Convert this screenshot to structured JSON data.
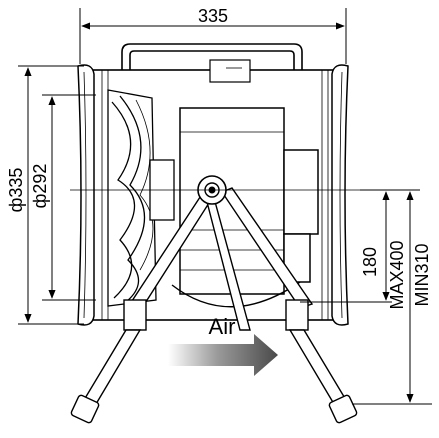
{
  "dimensions": {
    "width_label": "335",
    "outer_diameter_label": "ф335",
    "inner_diameter_label": "ф292",
    "axis_height_label": "180",
    "max_height_label": "MAX400",
    "min_height_label": "MIN310"
  },
  "airflow": {
    "label": "Air"
  }
}
